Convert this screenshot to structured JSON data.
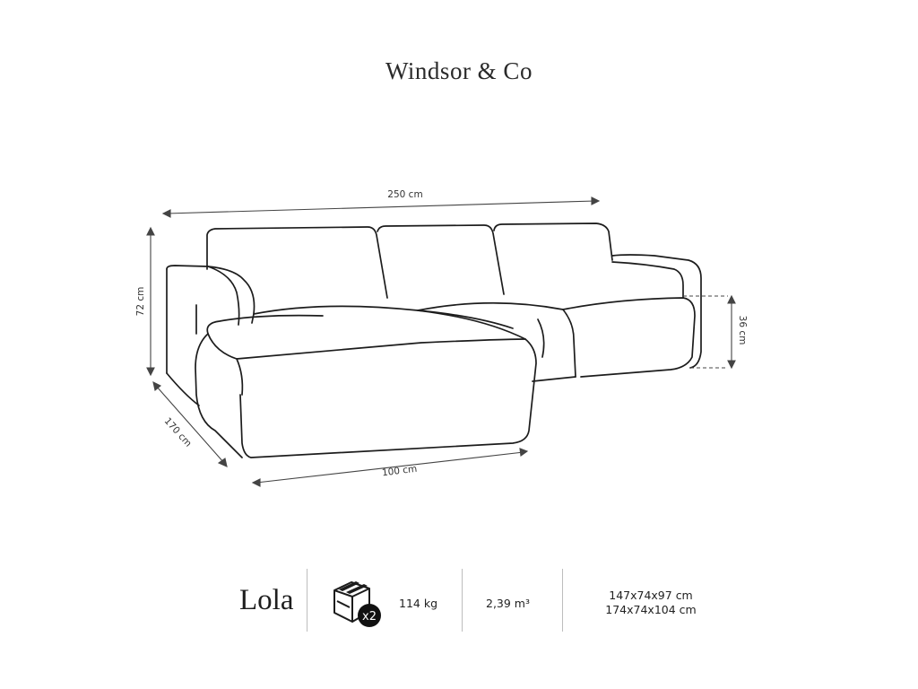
{
  "brand": "Windsor & Co",
  "diagram": {
    "width": "250 cm",
    "height": "72 cm",
    "seat_height": "36 cm",
    "depth": "170 cm",
    "chaise_width": "100 cm"
  },
  "info": {
    "name": "Lola",
    "packages": "x2",
    "weight": "114 kg",
    "volume": "2,39 m³",
    "package_size_1": "147x74x97 cm",
    "package_size_2": "174x74x104 cm"
  },
  "icons": [
    "package-box-icon"
  ]
}
